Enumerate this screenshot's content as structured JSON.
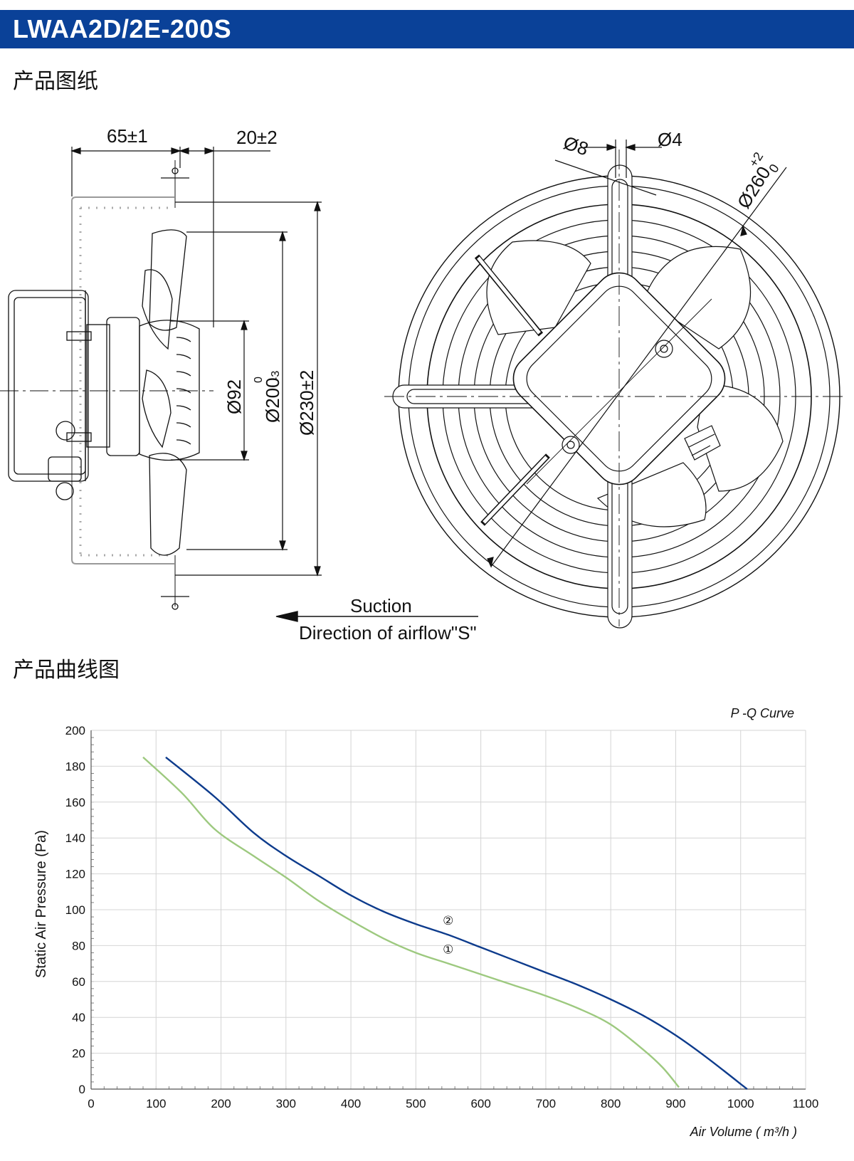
{
  "header": {
    "title": "LWAA2D/2E-200S"
  },
  "sections": {
    "drawing_title": "产品图纸",
    "curve_title": "产品曲线图"
  },
  "drawing": {
    "dims": {
      "d65": "65±1",
      "d20": "20±2",
      "d92": "Ø92",
      "d200": "Ø200",
      "d200_tol_upper": "0",
      "d200_tol_lower": "-3",
      "d230": "Ø230±2",
      "d8": "Ø8",
      "d4": "Ø4",
      "d260": "Ø260",
      "d260_tol_upper": "+2",
      "d260_tol_lower": "0"
    },
    "airflow": {
      "suction": "Suction",
      "direction": "Direction of airflow\"S\""
    }
  },
  "chart_data": {
    "type": "line",
    "title": "P -Q Curve",
    "xlabel": "Air Volume ( m³/h )",
    "ylabel": "Static Air Pressure  (Pa)",
    "xlim": [
      0,
      1100
    ],
    "ylim": [
      0,
      200
    ],
    "xticks": [
      "0",
      "100",
      "200",
      "300",
      "400",
      "500",
      "600",
      "700",
      "800",
      "900",
      "1000",
      "1100"
    ],
    "yticks": [
      "0",
      "20",
      "40",
      "60",
      "80",
      "100",
      "120",
      "140",
      "160",
      "180",
      "200"
    ],
    "grid": true,
    "series": [
      {
        "name": "①",
        "color": "#9dc97f",
        "points": [
          [
            80,
            185
          ],
          [
            140,
            165
          ],
          [
            190,
            145
          ],
          [
            250,
            130
          ],
          [
            300,
            118
          ],
          [
            350,
            105
          ],
          [
            400,
            94
          ],
          [
            450,
            84
          ],
          [
            500,
            76
          ],
          [
            550,
            70
          ],
          [
            600,
            64
          ],
          [
            650,
            58
          ],
          [
            700,
            52
          ],
          [
            750,
            45
          ],
          [
            800,
            36
          ],
          [
            850,
            22
          ],
          [
            880,
            12
          ],
          [
            905,
            1
          ]
        ]
      },
      {
        "name": "②",
        "color": "#0d3b8c",
        "points": [
          [
            115,
            185
          ],
          [
            190,
            163
          ],
          [
            250,
            143
          ],
          [
            300,
            130
          ],
          [
            350,
            119
          ],
          [
            400,
            108
          ],
          [
            450,
            99
          ],
          [
            500,
            92
          ],
          [
            550,
            86
          ],
          [
            600,
            79
          ],
          [
            650,
            72
          ],
          [
            700,
            65
          ],
          [
            750,
            58
          ],
          [
            800,
            50
          ],
          [
            850,
            41
          ],
          [
            900,
            30
          ],
          [
            950,
            17
          ],
          [
            1010,
            0
          ]
        ]
      }
    ]
  }
}
